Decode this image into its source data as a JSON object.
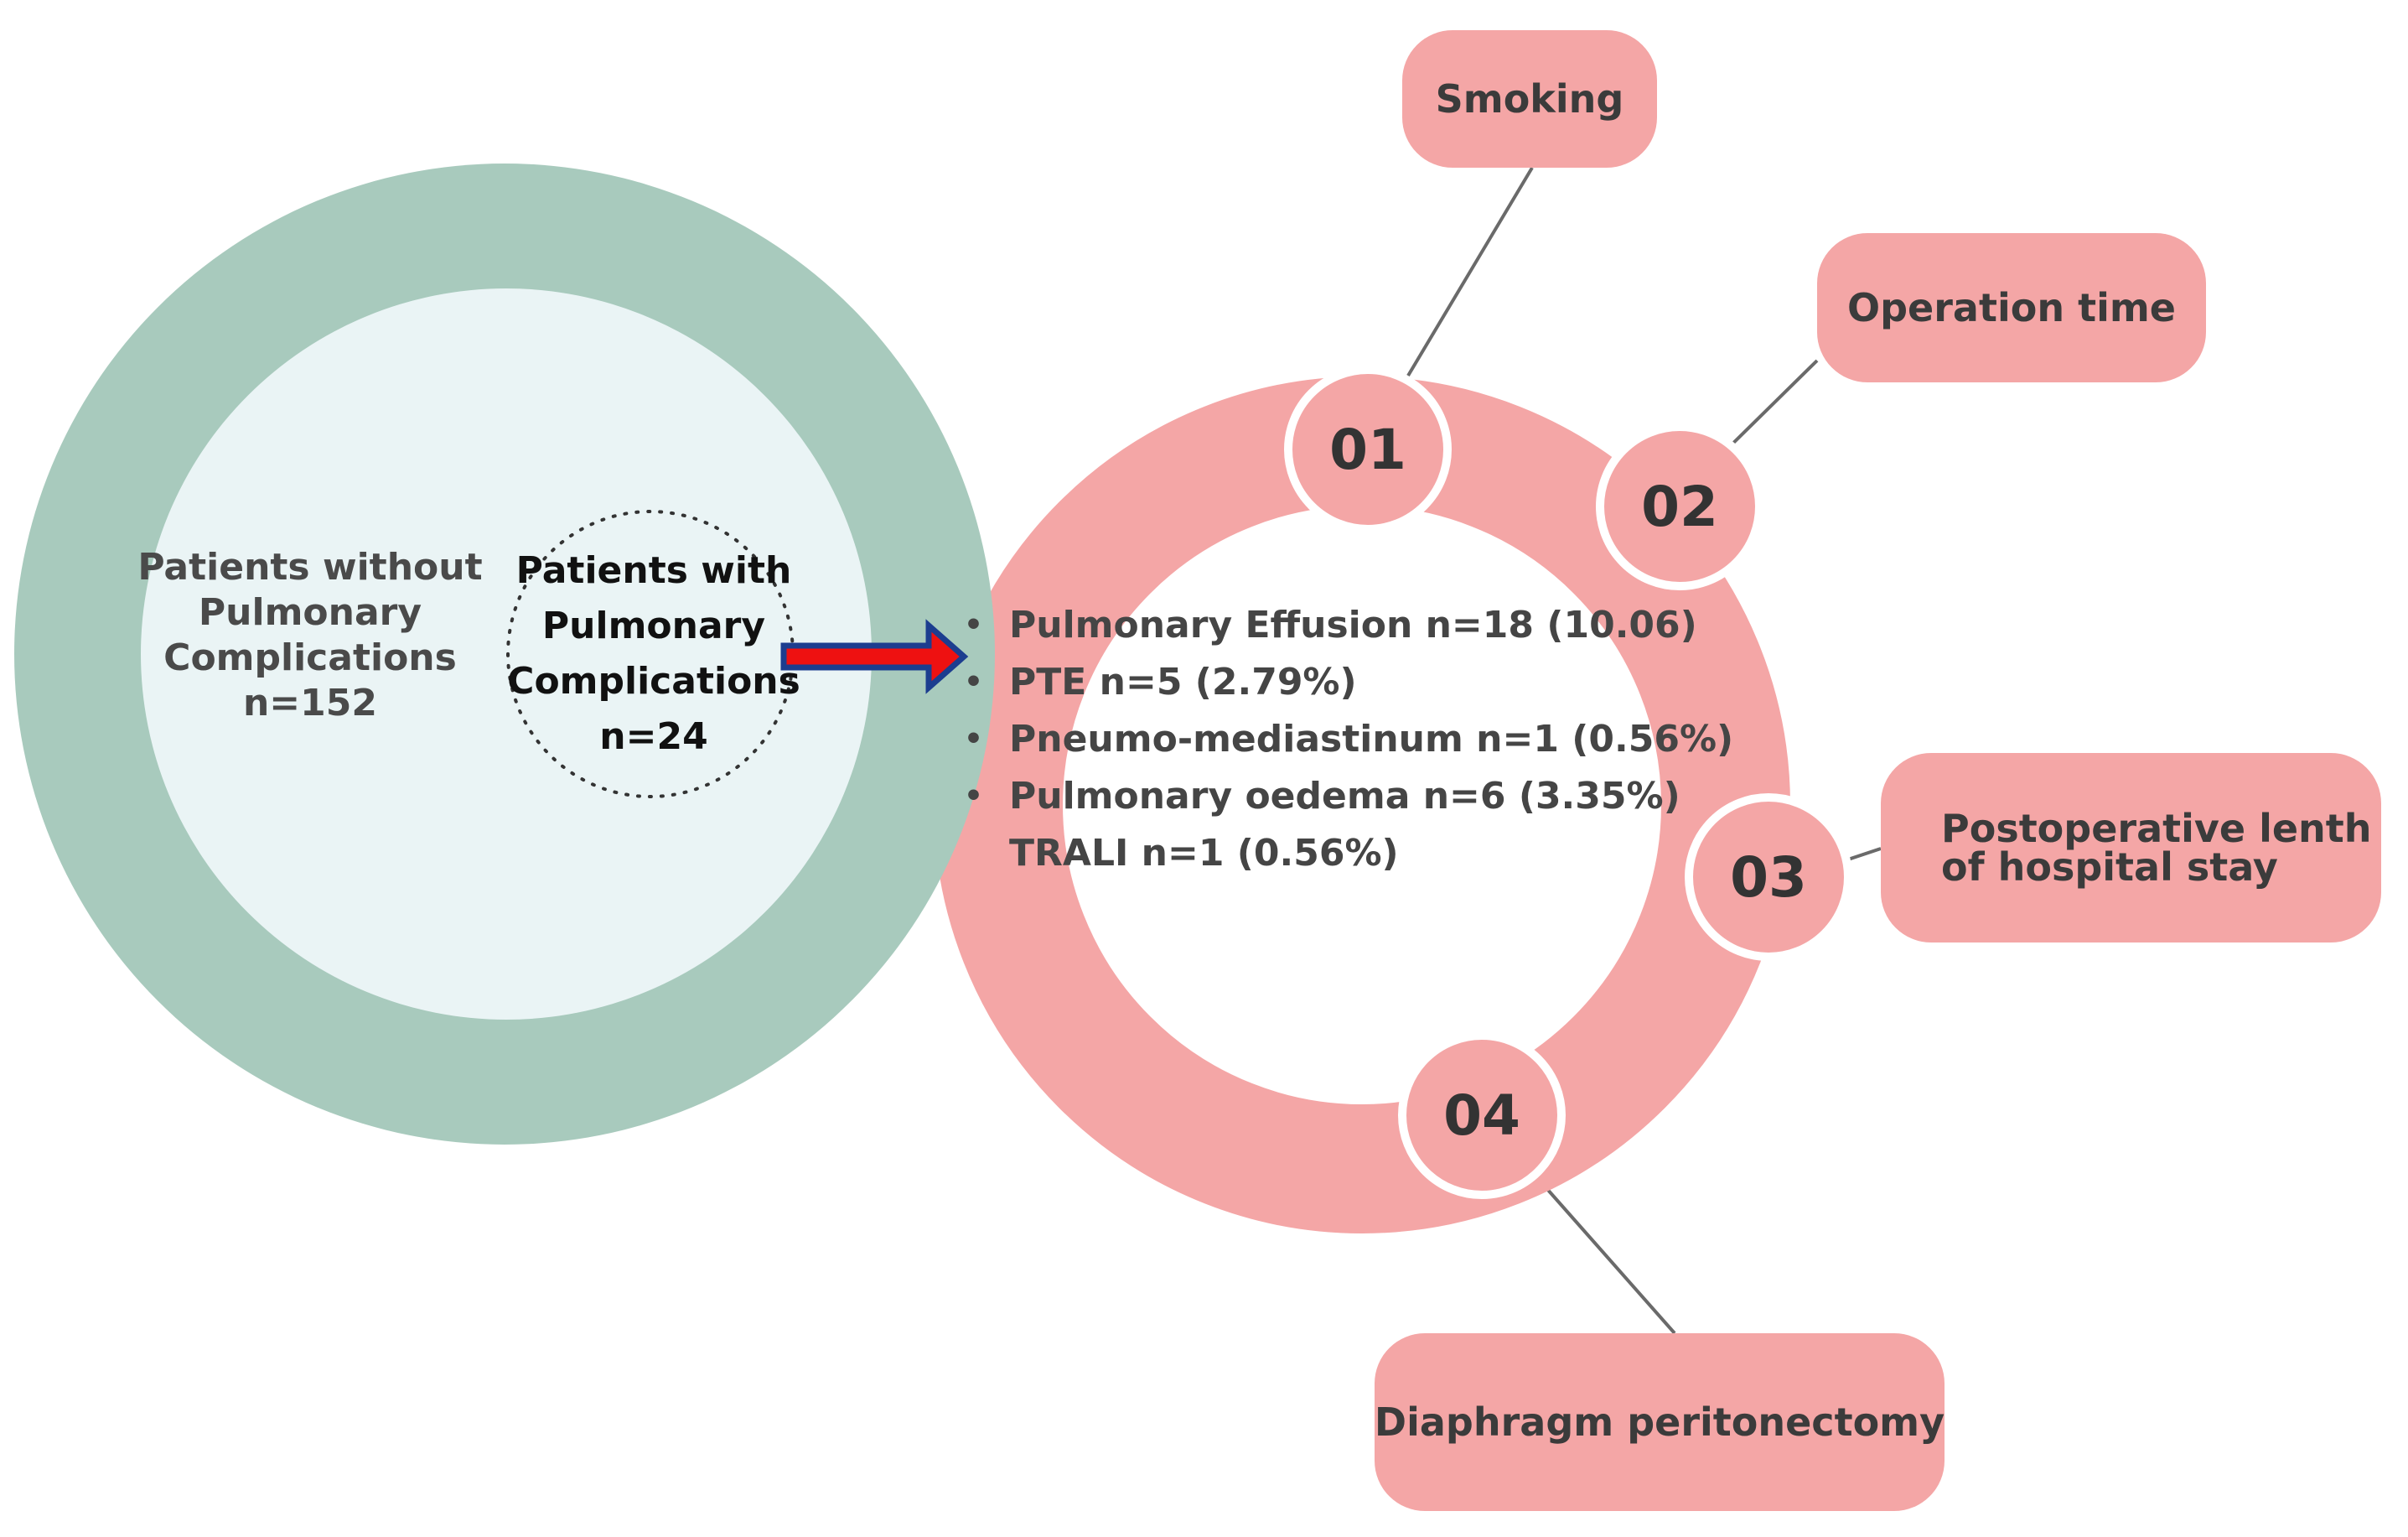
{
  "left_group": {
    "outer_label": "Patients without\nPulmonary\nComplications\nn=152",
    "inner_label": "Patients with\nPulmonary\nComplications\nn=24"
  },
  "complications": [
    {
      "text": "Pulmonary Effusion n=18 (10.06)",
      "bullet": true
    },
    {
      "text": "PTE n=5 (2.79%)",
      "bullet": true
    },
    {
      "text": " Pneumo-mediastinum  n=1 (0.56%)",
      "bullet": true
    },
    {
      "text": " Pulmonary oedema n=6 (3.35%)",
      "bullet": true
    },
    {
      "text": "TRALI n=1 (0.56%)",
      "bullet": false
    }
  ],
  "factors": [
    {
      "number": "01",
      "label": "Smoking"
    },
    {
      "number": "02",
      "label": "Operation time"
    },
    {
      "number": "03",
      "label": "Postoperative lenth\nof hospital stay"
    },
    {
      "number": "04",
      "label": "Diaphragm peritonectomy"
    }
  ],
  "colors": {
    "outer_circle": "#a8cabd",
    "inner_circle": "#eaf4f5",
    "ring": "#f4a6a6",
    "arrow_fill": "#ee1111",
    "arrow_stroke": "#1c3d8f"
  }
}
